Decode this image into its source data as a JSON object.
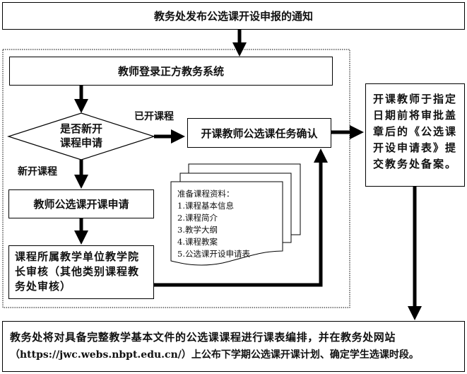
{
  "diagram": {
    "title_step": "教务处发布公选课开设申报的通知",
    "login_step": "教师登录正方教务系统",
    "decision": {
      "line1": "是否新开",
      "line2": "课程申请",
      "yes_label": "已开课程",
      "no_label": "新开课程"
    },
    "confirm_step": "开课教师公选课任务确认",
    "apply_step": "教师公选课开课申请",
    "review_step": "课程所属教学单位教学院长审核（其他类别课程教务处审核）",
    "submit_step": "开课教师于指定日期前将审批盖章后的《公选课开设申请表》提交教务处备案。",
    "materials": {
      "title": "准备课程资料：",
      "items": [
        "1.课程基本信息",
        "2.课程简介",
        "3.教学大纲",
        "4.课程教案",
        "5.公选课开设申请表"
      ]
    },
    "final_step": {
      "line1": "教务处将对具备完整教学基本文件的公选课课程进行课表编排，并在教务处网站",
      "line2": "（https://jwc.webs.nbpt.edu.cn/）上公布下学期公选课开课计划、确定学生选课时段。"
    },
    "colors": {
      "line": "#000000",
      "background": "#ffffff"
    }
  }
}
